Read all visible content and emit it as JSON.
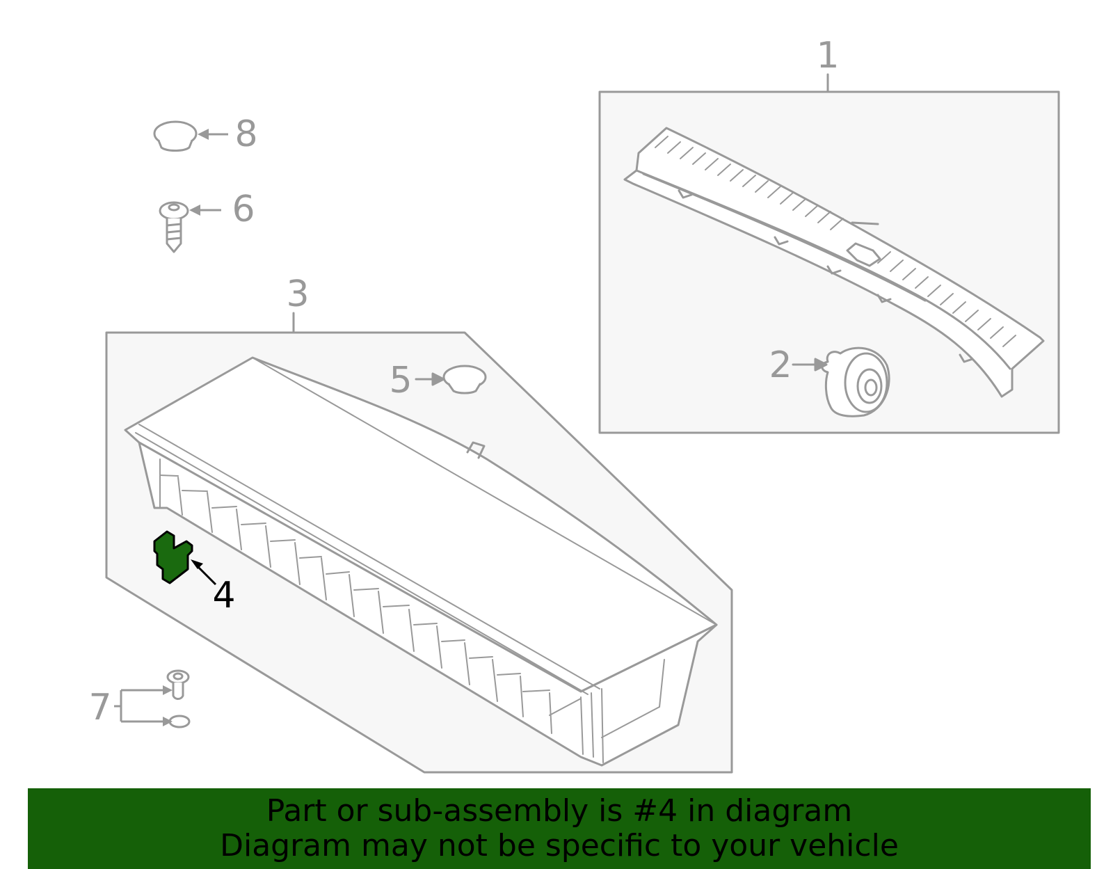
{
  "colors": {
    "line": "#999999",
    "panel_fill": "#f7f7f7",
    "highlight_fill": "#1a6a0f",
    "highlight_stroke": "#000000",
    "banner_bg": "#156008",
    "banner_text": "#000000",
    "callout_gray": "#999999",
    "callout_highlight": "#000000"
  },
  "callouts": {
    "c1": "1",
    "c2": "2",
    "c3": "3",
    "c4": "4",
    "c5": "5",
    "c6": "6",
    "c7": "7",
    "c8": "8"
  },
  "highlighted_part": "4",
  "banner": {
    "line1": "Part or sub-assembly is #4 in diagram",
    "line2": "Diagram may not be specific to your vehicle"
  }
}
